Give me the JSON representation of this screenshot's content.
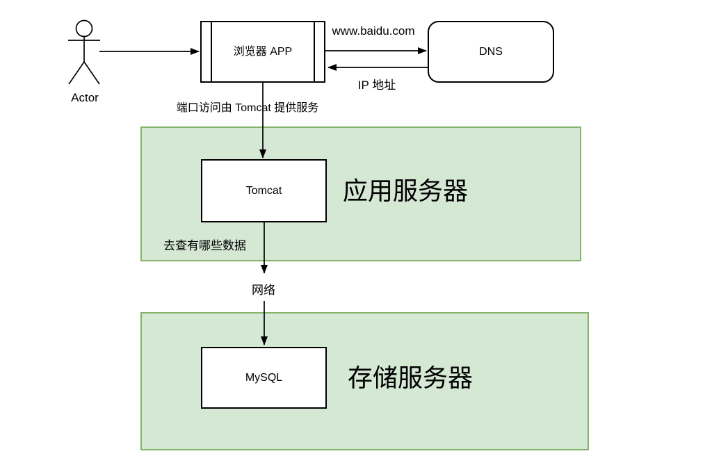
{
  "diagram": {
    "actor": {
      "label": "Actor"
    },
    "nodes": {
      "browser": {
        "label": "浏览器 APP"
      },
      "dns": {
        "label": "DNS"
      },
      "tomcat": {
        "label": "Tomcat"
      },
      "mysql": {
        "label": "MySQL"
      }
    },
    "containers": {
      "app_server": {
        "label": "应用服务器"
      },
      "storage_server": {
        "label": "存储服务器"
      }
    },
    "edge_labels": {
      "dns_request": "www.baidu.com",
      "dns_response": "IP 地址",
      "port_service": "端口访问由 Tomcat 提供服务",
      "query_data": "去查有哪些数据",
      "network": "网络"
    },
    "colors": {
      "container_fill": "#d5e8d4",
      "container_border": "#82b366",
      "node_fill": "#ffffff",
      "stroke": "#000000"
    }
  }
}
